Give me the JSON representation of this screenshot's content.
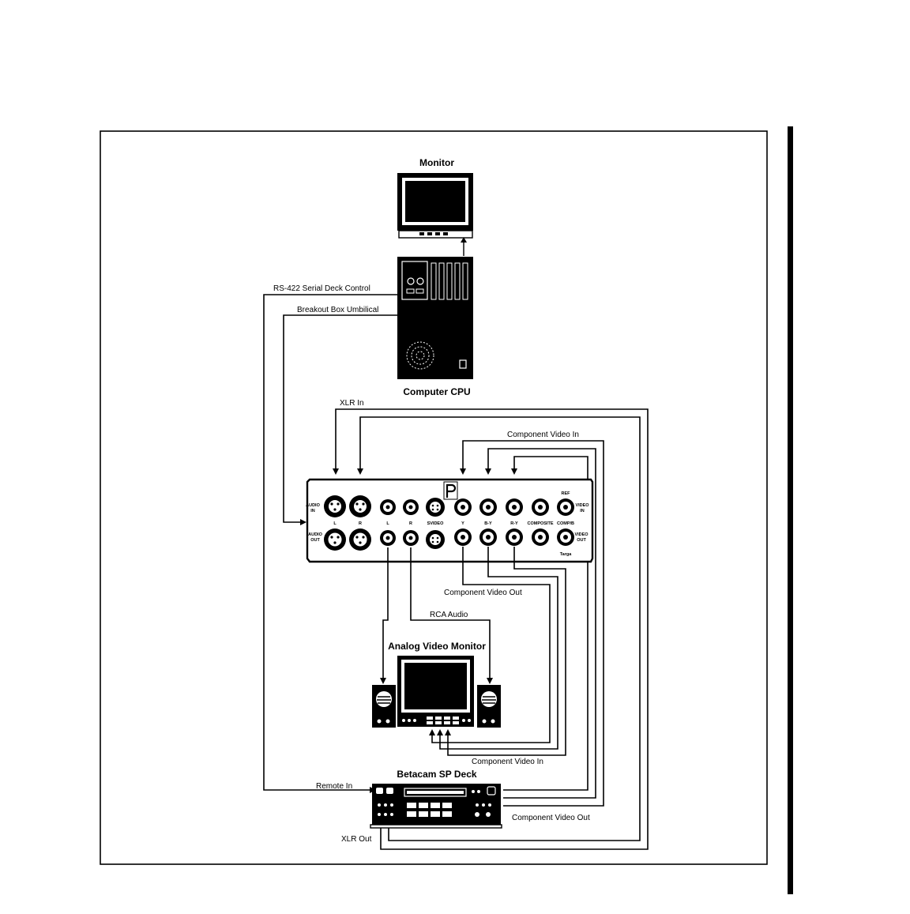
{
  "devices": {
    "monitor": "Monitor",
    "cpu": "Computer CPU",
    "analog_monitor": "Analog Video Monitor",
    "deck": "Betacam SP Deck"
  },
  "cables": {
    "rs422": "RS-422 Serial Deck Control",
    "umbilical": "Breakout Box Umbilical",
    "xlr_in": "XLR In",
    "comp_video_in_top": "Component Video In",
    "comp_video_out_mid": "Component Video Out",
    "rca_audio": "RCA Audio",
    "comp_video_in_bottom": "Component Video In",
    "remote_in": "Remote In",
    "comp_video_out_bottom": "Component Video Out",
    "xlr_out": "XLR Out"
  },
  "breakout_box": {
    "audio_in": [
      "AUDIO",
      "IN"
    ],
    "audio_out": [
      "AUDIO",
      "OUT"
    ],
    "video_in": [
      "VIDEO",
      "IN"
    ],
    "video_out": [
      "VIDEO",
      "OUT"
    ],
    "ref": "REF",
    "connectors": [
      "L",
      "R",
      "L",
      "R",
      "SVIDEO",
      "Y",
      "B-Y",
      "R-Y",
      "COMPOSITE",
      "COMP/B"
    ],
    "brand": "Targa"
  }
}
